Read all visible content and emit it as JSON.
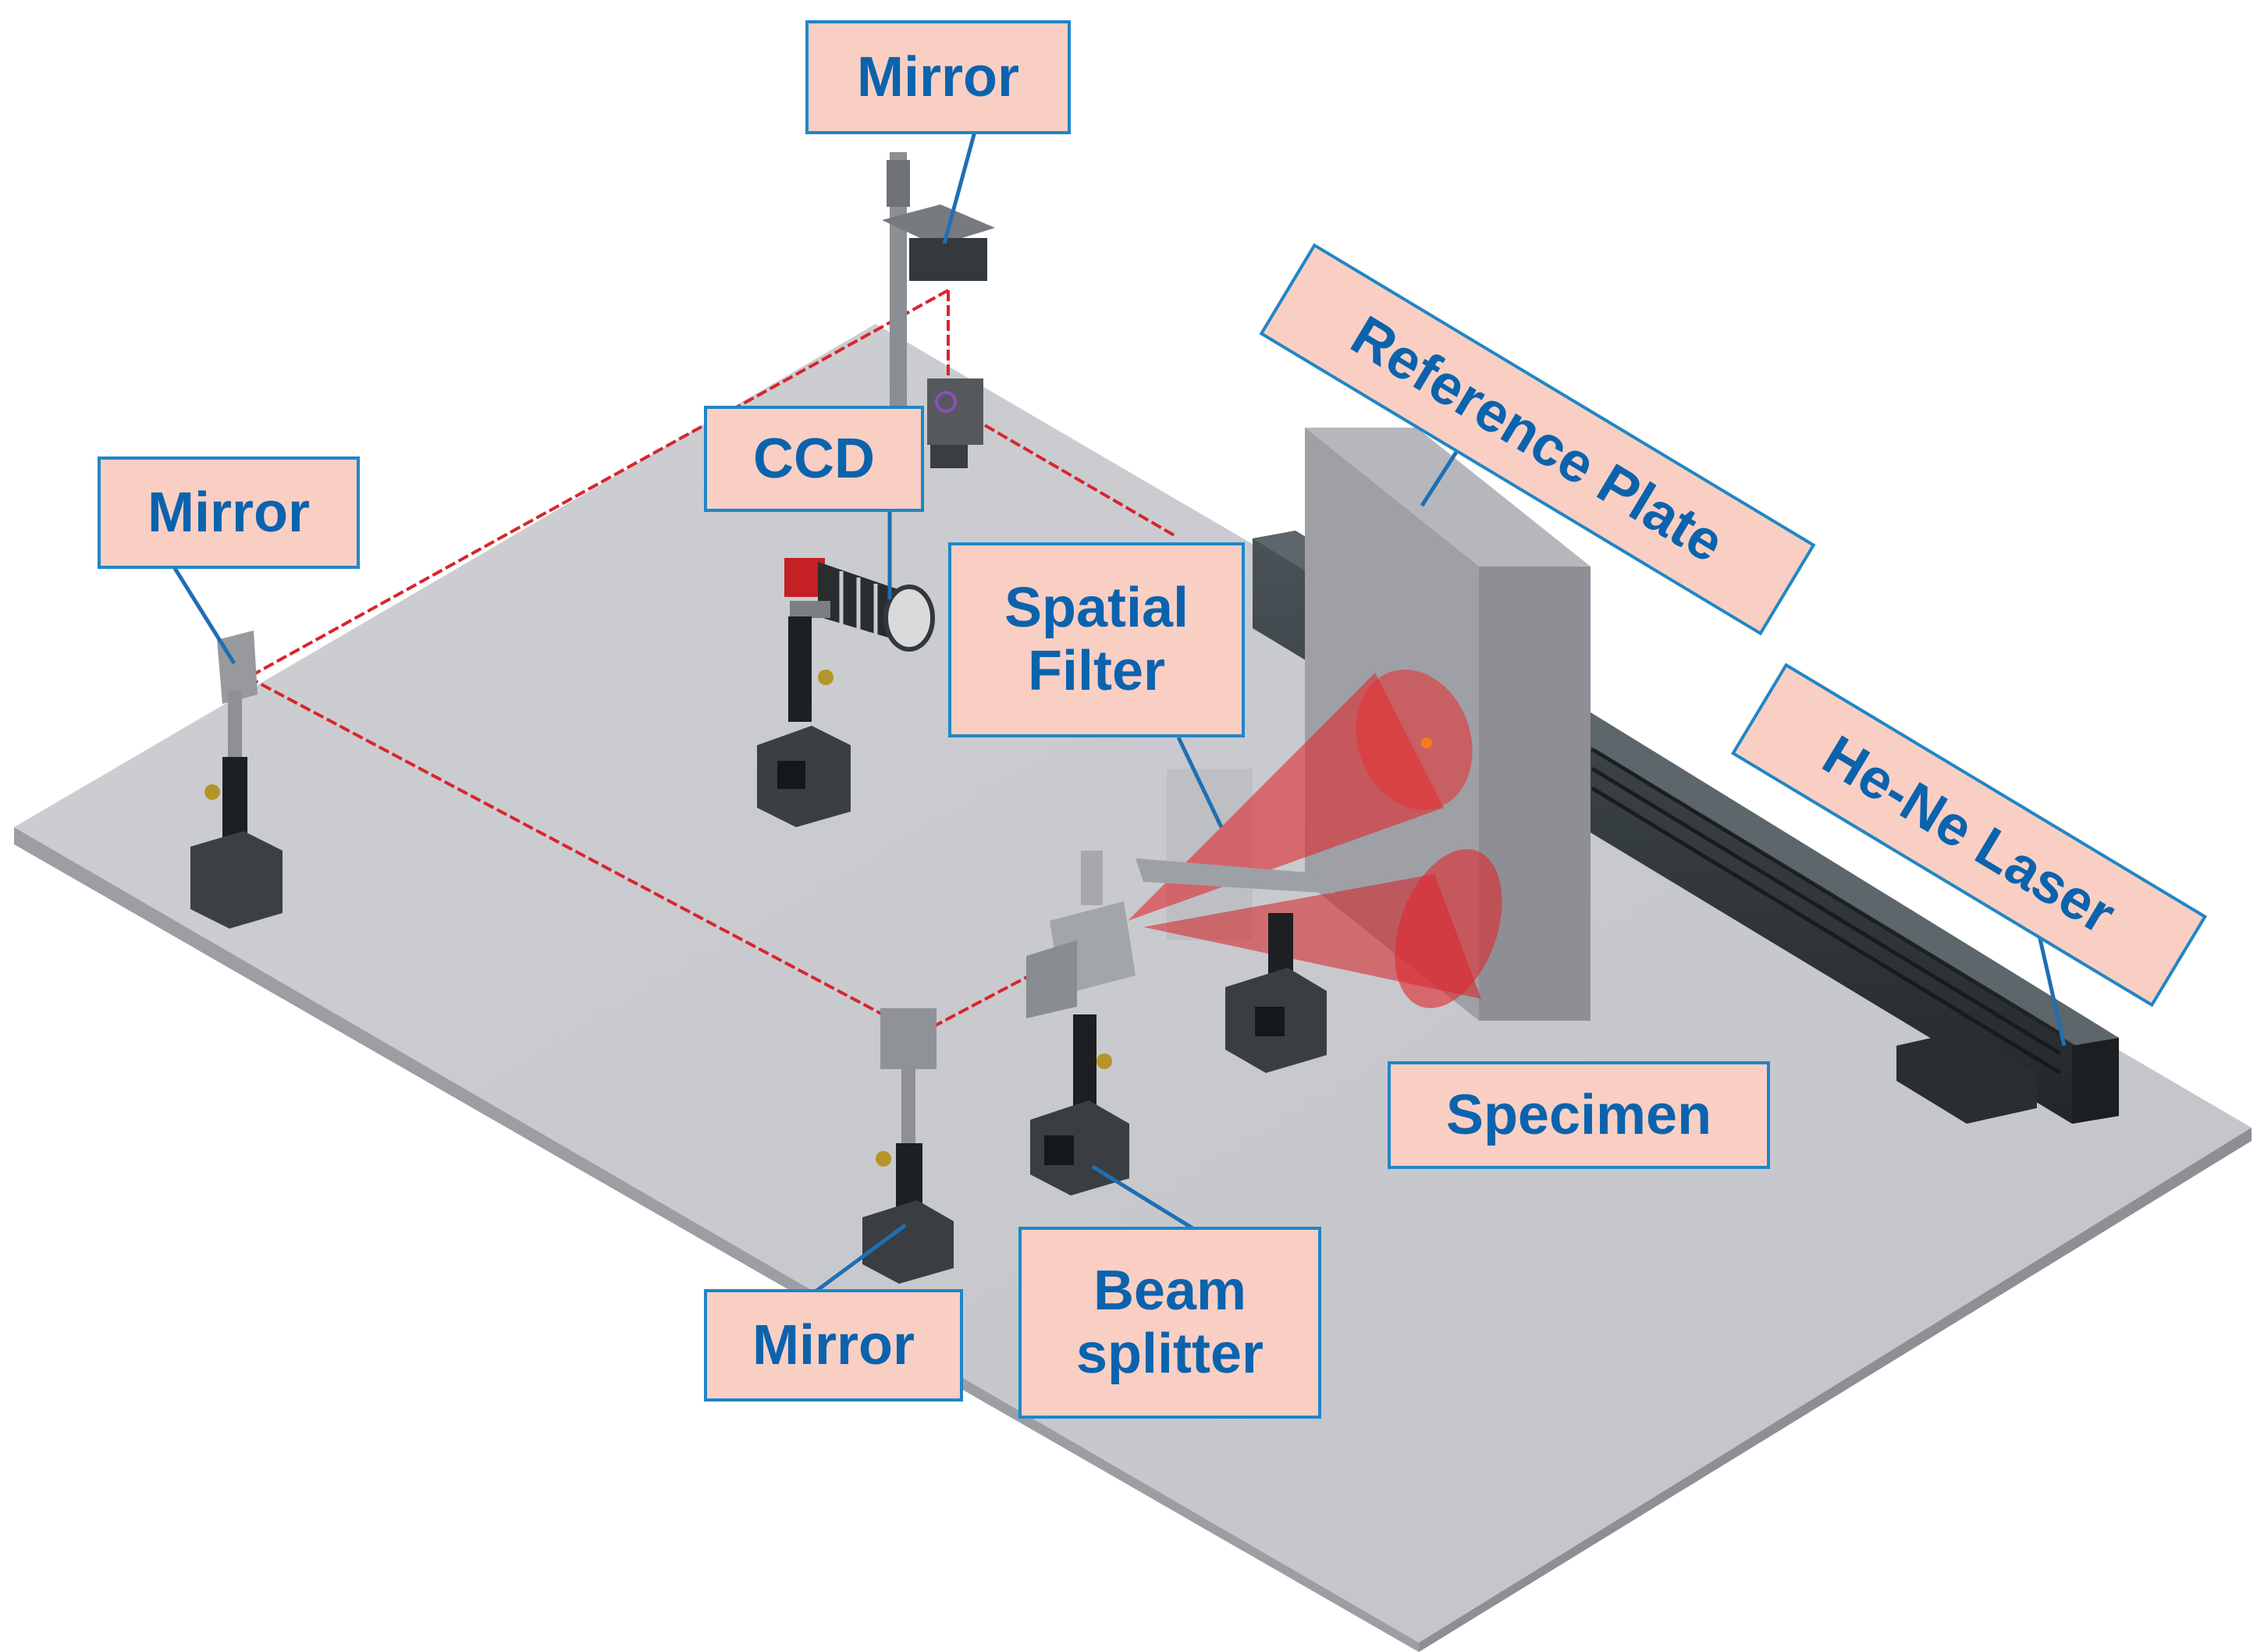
{
  "colors": {
    "callout_fill": "#f9cfc4",
    "callout_border": "#1f86c6",
    "callout_text": "#0b63ad",
    "leader_line": "#1f6fb3",
    "laser_beam": "#d8252c",
    "table": "#c8c9ce",
    "equipment_dark": "#2d3134"
  },
  "labels": {
    "mirror_top": "Mirror",
    "mirror_left": "Mirror",
    "mirror_bottom": "Mirror",
    "ccd": "CCD",
    "spatial_filter_line1": "Spatial",
    "spatial_filter_line2": "Filter",
    "reference_plate": "Reference Plate",
    "he_ne_laser": "He-Ne Laser",
    "specimen": "Specimen",
    "beam_splitter_line1": "Beam",
    "beam_splitter_line2": "splitter"
  }
}
